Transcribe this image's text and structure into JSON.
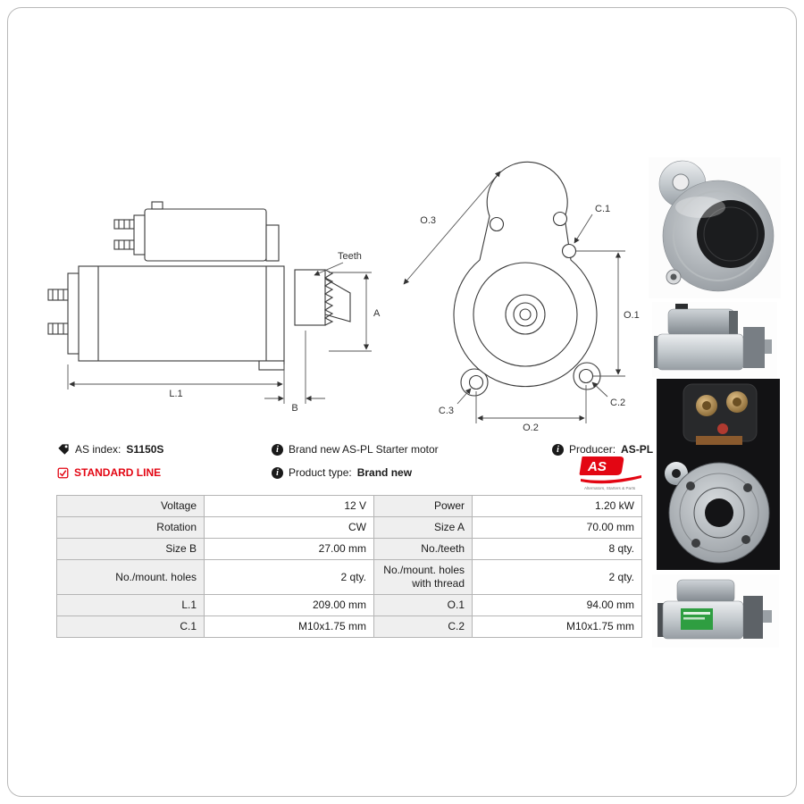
{
  "icons": {
    "info_glyph": "i"
  },
  "drawings": {
    "side_view": {
      "teeth_label": "Teeth",
      "a_label": "A",
      "l1_label": "L.1",
      "b_label": "B"
    },
    "front_view": {
      "o3_label": "O.3",
      "c1_label": "C.1",
      "o1_label": "O.1",
      "c3_label": "C.3",
      "o2_label": "O.2",
      "c2_label": "C.2"
    }
  },
  "info": {
    "as_index_label": "AS index:",
    "as_index_value": "S1150S",
    "description": "Brand new AS-PL Starter motor",
    "producer_label": "Producer:",
    "producer_value": "AS-PL",
    "standard_line_label": "STANDARD LINE",
    "product_type_label": "Product type:",
    "product_type_value": "Brand new",
    "logo_text": "AS",
    "logo_tagline": "Alternators, Starters & Parts"
  },
  "spec_table": {
    "rows": [
      {
        "label1": "Voltage",
        "value1": "12 V",
        "label2": "Power",
        "value2": "1.20 kW"
      },
      {
        "label1": "Rotation",
        "value1": "CW",
        "label2": "Size A",
        "value2": "70.00 mm"
      },
      {
        "label1": "Size B",
        "value1": "27.00 mm",
        "label2": "No./teeth",
        "value2": "8 qty."
      },
      {
        "label1": "No./mount. holes",
        "value1": "2 qty.",
        "label2": "No./mount. holes with thread",
        "value2": "2 qty."
      },
      {
        "label1": "L.1",
        "value1": "209.00 mm",
        "label2": "O.1",
        "value2": "94.00 mm"
      },
      {
        "label1": "C.1",
        "value1": "M10x1.75 mm",
        "label2": "C.2",
        "value2": "M10x1.75 mm"
      }
    ]
  },
  "colors": {
    "accent_red": "#e30613",
    "table_label_bg": "#efefef",
    "line_color": "#3a3a3a"
  }
}
